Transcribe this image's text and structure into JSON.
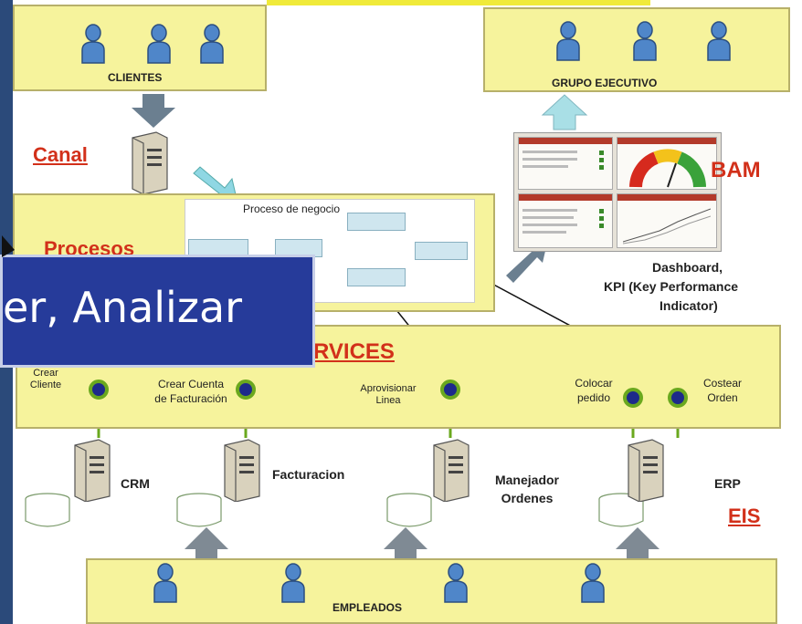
{
  "labels": {
    "clientes": "CLIENTES",
    "grupo": "GRUPO EJECUTIVO",
    "canal": "Canal",
    "bam": "BAM",
    "procesos": "Procesos",
    "proceso_negocio": "Proceso de negocio",
    "services": "RVICES",
    "dashboard": "Dashboard,",
    "kpi": "KPI (Key Performance",
    "indicator": "Indicator)",
    "crm": "CRM",
    "facturacion": "Facturacion",
    "manejador": "Manejador Ordenes",
    "erp": "ERP",
    "eis": "EIS",
    "empleados": "EMPLEADOS"
  },
  "services": {
    "crear_cliente": "Crear Cliente",
    "crear_cuenta": "Crear Cuenta de Facturación",
    "aprovisionar": "Aprovisionar Linea",
    "colocar": "Colocar pedido",
    "costear": "Costear Orden"
  },
  "banner": "er,  Analizar",
  "colors": {
    "box": "#f6f39c",
    "accent_red": "#d2301a",
    "node": "#1d2a8a",
    "ring": "#6aa81e",
    "banner": "#263b9a"
  }
}
